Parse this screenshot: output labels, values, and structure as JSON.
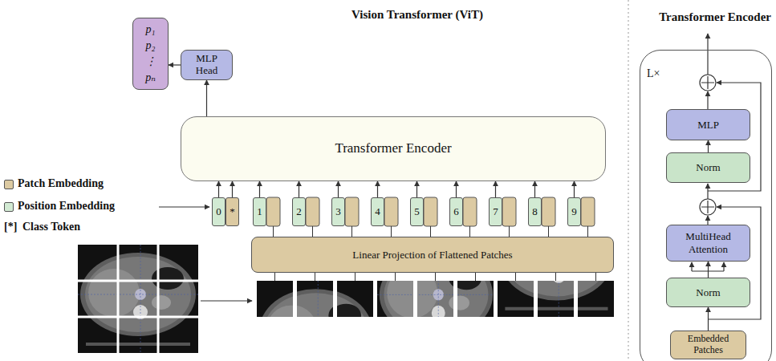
{
  "diagram": {
    "title": "Vision Transformer (ViT)",
    "nodes": [
      {
        "text": [
          "p₁ p₂ ⋮ pₙ"
        ]
      },
      {
        "text": [
          "MLP Head"
        ]
      },
      {
        "text": [
          "Transformer Encoder"
        ]
      },
      {
        "text": [
          "0"
        ]
      },
      {
        "text": [
          "*"
        ]
      },
      {
        "text": [
          "1"
        ]
      },
      {
        "text": [
          "2"
        ]
      },
      {
        "text": [
          "3"
        ]
      },
      {
        "text": [
          "4"
        ]
      },
      {
        "text": [
          "5"
        ]
      },
      {
        "text": [
          "6"
        ]
      },
      {
        "text": [
          "7"
        ]
      },
      {
        "text": [
          "8"
        ]
      },
      {
        "text": [
          "9"
        ]
      },
      {
        "text": [
          "Linear Projection of Flattened Patches"
        ]
      },
      {
        "text": [
          "Transformer Encoder"
        ]
      },
      {
        "text": [
          "MLP"
        ],
        "in": 15
      },
      {
        "text": [
          "Norm"
        ],
        "in": 15
      },
      {
        "text": [
          "MultiHead Attention"
        ],
        "in": 15
      },
      {
        "text": [
          "Norm"
        ],
        "in": 15
      },
      {
        "text": [
          "Embedded Patches"
        ],
        "in": 15
      }
    ],
    "edges": [
      {
        "from": 1,
        "to": 0,
        "arrow": "to"
      },
      {
        "from": 2,
        "to": 1,
        "arrow": "to"
      },
      {
        "from": 3,
        "to": 2,
        "arrow": "to"
      },
      {
        "from": 4,
        "to": 2,
        "arrow": "to"
      },
      {
        "from": 5,
        "to": 2,
        "arrow": "to"
      },
      {
        "from": 6,
        "to": 2,
        "arrow": "to"
      },
      {
        "from": 7,
        "to": 2,
        "arrow": "to"
      },
      {
        "from": 8,
        "to": 2,
        "arrow": "to"
      },
      {
        "from": 9,
        "to": 2,
        "arrow": "to"
      },
      {
        "from": 10,
        "to": 2,
        "arrow": "to"
      },
      {
        "from": 11,
        "to": 2,
        "arrow": "to"
      },
      {
        "from": 12,
        "to": 2,
        "arrow": "to"
      },
      {
        "from": 13,
        "to": 2,
        "arrow": "to"
      },
      {
        "from": 20,
        "to": 19,
        "arrow": "to"
      },
      {
        "from": 19,
        "to": 18,
        "arrow": "to"
      },
      {
        "from": 17,
        "to": 16,
        "arrow": "to"
      }
    ],
    "labels": [
      "L×",
      "[*]"
    ],
    "legend": [
      {
        "text": "Patch Embedding",
        "color": "#dccaa2"
      },
      {
        "text": "Position Embedding",
        "color": "#d2ead3"
      },
      {
        "text": "Class Token"
      }
    ]
  }
}
